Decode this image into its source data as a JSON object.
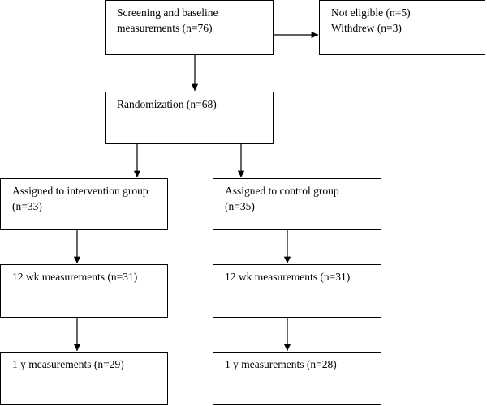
{
  "screening": {
    "line1": "Screening and baseline",
    "line2": "measurements (n=76)"
  },
  "excluded": {
    "line1": "Not eligible (n=5)",
    "line2": "Withdrew (n=3)"
  },
  "randomization": {
    "line1": "Randomization (n=68)"
  },
  "intervention": {
    "assigned_line1": "Assigned to intervention group",
    "assigned_line2": "(n=33)",
    "week12": "12 wk measurements (n=31)",
    "year1": "1 y measurements (n=29)"
  },
  "control": {
    "assigned_line1": "Assigned to control group",
    "assigned_line2": "(n=35)",
    "week12": "12 wk measurements (n=31)",
    "year1": "1 y measurements (n=28)"
  },
  "colors": {
    "stroke": "#000000",
    "background": "#ffffff"
  }
}
